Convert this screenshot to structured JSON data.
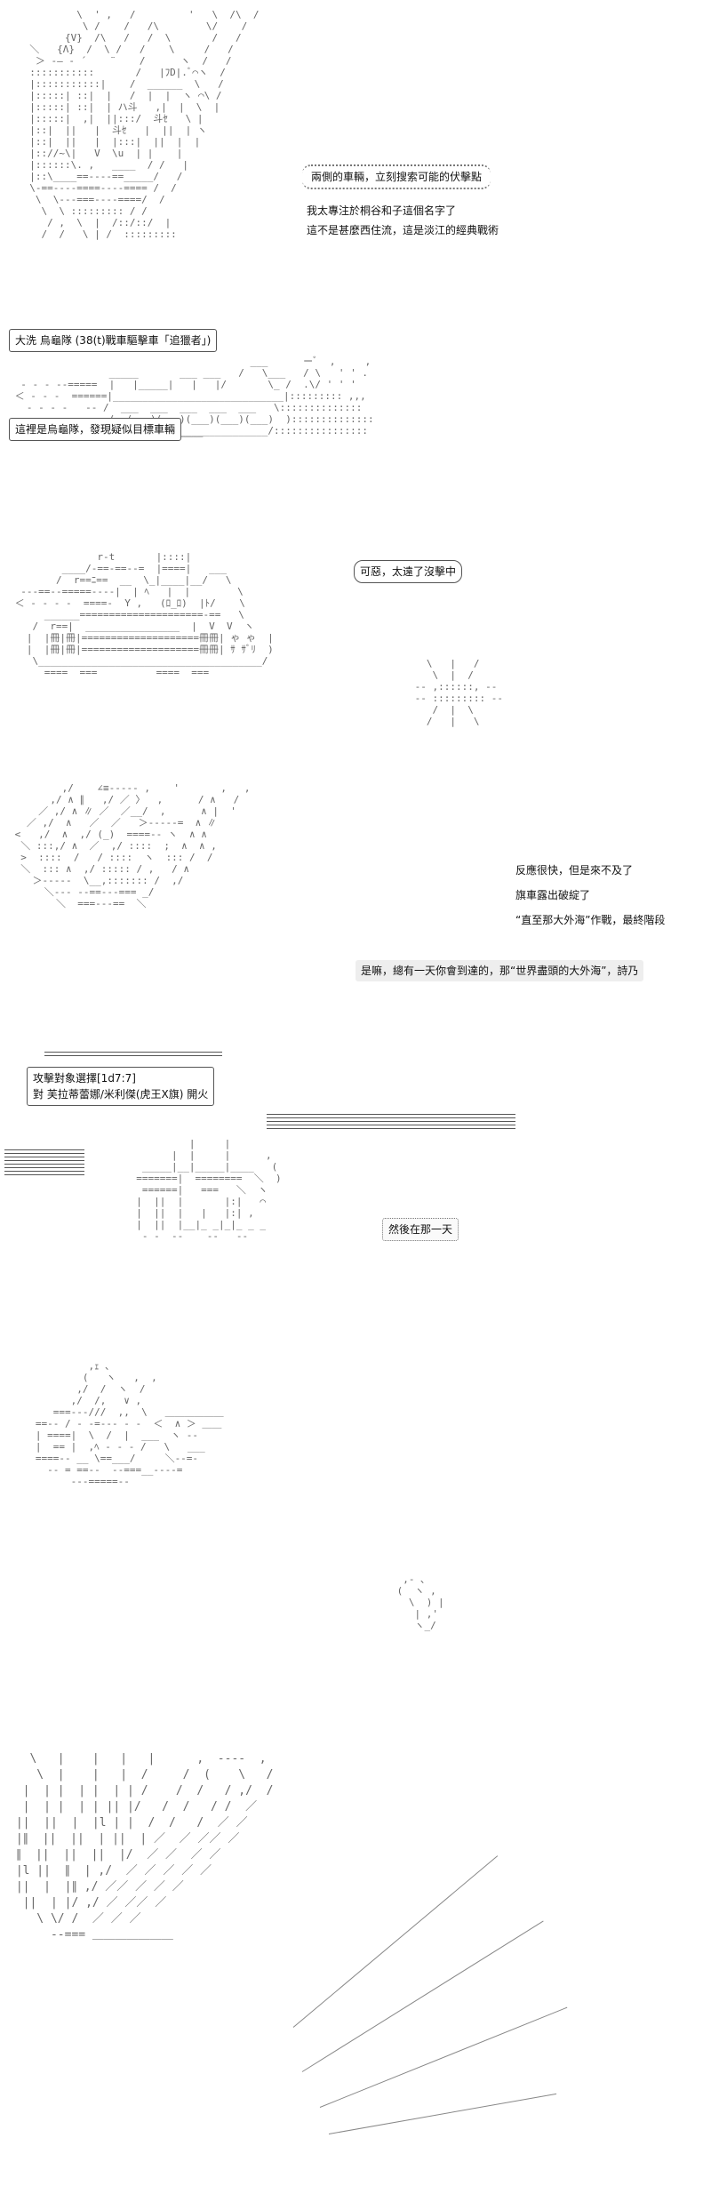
{
  "panel1": {
    "art": [
      "          \\  ' ,   /         '   \\  /\\  /",
      "           \\ /    /   /\\        \\/    /",
      "        {V}  /\\   /   /  \\       /   /",
      "  ＼   {Λ}  /  \\ /   /    \\     /   /",
      "   ＞ -― ‐ ´    ¨    /      ヽ  /   /",
      "  :::::::::::       /   |ﾌD|.ﾞ⌒ヽ  /",
      "  |:::::::::::|    /  ______  \\   /",
      "  |:::::| ::|  |   /  |  |  ヽ ⌒\\ /",
      "  |:::::| ::|  | ハ斗   ,|  |  \\  |",
      "  |:::::|  ,|  ||:::/  斗ｾ   \\ |",
      "  |::|  ||   |  斗ｾ   |  ||  | ヽ",
      "  |::|  ||   |  |:::|  ||  |  |",
      "  |:://~\\|   V  \\u  | |    |",
      "  |::::::\\. ,   ____  / /   |",
      "  |::\\____==----==_____/   /",
      "  \\-==----====----==== /  /",
      "   \\  \\---===----====/  /",
      "    \\  \\ ::::::::: / /",
      "     / ,  \\  |  /::/::/  |",
      "    /  /   \\ | /  :::::::::"
    ],
    "bubble": "兩側的車輛，立刻搜索可能的伏擊點",
    "lines": [
      "我太專注於桐谷和子這個名字了",
      "這不是甚麼西住流，這是淡江的經典戰術"
    ]
  },
  "panel2": {
    "label": "大洗 烏龜隊 (38(t)戰車驅擊車「追獵者」)",
    "speech": "這裡是烏龜隊，發現疑似目標車輛",
    "art": [
      "                                         ___      ーﾞ  ,     ,",
      "                 _____       ___ ___   /   \\___   / \\   ' ' .",
      "  - - ‐ ‐-=====  |   |_____|   |   |/       \\_ /  .\\/ ' ' '",
      " ＜ ‐ ‐ ‐  ======|_____________________________|::::::::: ,,,",
      "   ‐ ‐ ‐ ‐   ‐‐ /  ___  ___  ___  ___  ___   \\::::::::::::::",
      "                 (  (___)(___)(___)(___)(___)  )::::::::::::::",
      "                  \\_________________________/::::::::::::::::",
      "                       ￣￣￣￣￣￣"
    ]
  },
  "panel3": {
    "art": [
      "               r-t       |::::|",
      "         ____/-==-==--=  |====|   ___",
      "        /  r==ﾆ==  __  \\_|____|__/   \\",
      "  ‐‐-==-‐=====----|  | ﾍ   |  |        \\",
      " ＜ ‐ ‐ ‐ ‐  ====-  Y ,   (ﾛ_ﾛ)  |ﾄ/    \\",
      "      ______=====================-==   \\",
      "    /  r==|  ________________  |  V  V  ヽ",
      "   |  |冊|冊|====================冊冊| ゃ ゃ  |",
      "   |  |冊|冊|====================冊冊| ｻ ｻﾞﾘ  )",
      "    \\______________________________________/",
      "      ====  ===          ====  ==="
    ],
    "bubble": "可惡，太遠了沒擊中",
    "burst": [
      "   \\   |   /",
      "    \\  |  / ",
      " ‐‐ ,::::::, ‐‐",
      " ‐‐ ::::::::: ‐‐",
      "    /  |  \\ ",
      "   /   |   \\"
    ]
  },
  "panel4": {
    "art": [
      "         ,/    ∠≡-‐‐-- ,    '       ,   ,    ",
      "       ,/ ∧ ∥   ,/ ／ 〉  ,      / ∧   /     ",
      "     ／ ,/ ∧ ∥ ／  ／__/  ,      ∧ |  '     ",
      "   ／ ,/  ∧   ／  ／   ＞‐‐‐--=  ∧ ∥      ",
      " <   ,/  ∧  ,/ (_)  ====‐‐ ヽ  ∧ ∧      ",
      "  ＼ :::,/ ∧  ／  ,/ ::::  ;  ∧  ∧ ,      ",
      "  >  ::::  /   / ::::  ヽ  ::: /  /       ",
      "  ＼  ::: ∧  ,/ ::::: / ,   / ∧        ",
      "    ＞‐-‐‐‐  \\__,::::::: /  ,/          ",
      "      ＼‐-‐ ‐‐==‐‐-=== _/             ",
      "        ＼  ===‐‐‐==  ＼              "
    ],
    "lines": [
      "反應很快，但是來不及了",
      "旗車露出破綻了",
      "“直至那大外海”作戰，最終階段"
    ],
    "highlight": "是嘛，總有一天你會到達的，那“世界盡頭的大外海”，詩乃"
  },
  "panel5": {
    "label_line1": "攻擊對象選擇[1d7:7]",
    "label_line2": "對 芙拉蒂蕾娜/米利傑(虎王X旗) 開火",
    "art": [
      "           |     |",
      "        |  |     |      ,",
      "   _____|__|_____|____   (",
      "  =======|  ========  ＼  )",
      "   ======|   ===   ＼  ヽ",
      "  |  ||  |       |:|   ⌒",
      "  |  ||  |   |   |:| ,",
      "  |  ||  |__|_ _|_|_ _ _",
      "   ‐ ‐  ‐‐    ‐‐   ‐‐"
    ],
    "bubble": "然後在那一天"
  },
  "panel6": {
    "art": [
      "            ,ｪ ､",
      "           (   ヽ   ,  ,",
      "          ,/  /  ヽ  /",
      "         ,/  /,   ∨ ,",
      "      ===‐‐‐///  ,,  \\   ＿＿＿＿＿＿",
      "   ==‐‐ / ‐ -=-‐‐ ‐ -  ＜  ∧ ＞ ＿＿",
      "   | ====|  \\  /  |  ___  ヽ ‐‐  ",
      "   |  == |  ,ﾍ ‐ ‐ ‐ /   \\   ___",
      "   ====‐‐ __ \\==___/     ＼‐-=‐",
      "     ‐‐ = ==‐‐  ‐‐===__‐-‐‐=",
      "         ‐‐‐=====‐‐"
    ],
    "splash": [
      "  ,‐ ､",
      " (  ヽ ,",
      "   \\  ) |",
      "    | ,'",
      "    ヽ_/"
    ]
  },
  "panel7": {
    "art": [
      "   \\   |    |   |   |      ,  ‐‐‐‐  ,",
      "    \\  |    |   |  /     /  (    \\   /",
      "  |  | |  | |  | | /    /  /   / ,/  /",
      "  |  | |  | | || |/   /  /   / /  ／",
      " ||  ||  |  |l | |  /  /   /  ／ ／",
      " |∥  ||  ||  | ||  | ／  ／ ／／ ／",
      " ∥  ||  ||  ||  |/  ／ ／  ／ ／",
      " |l ||  ∥  | ,/  ／ ／ ／ ／ ／",
      " ||  |  |∥ ,/ ／／ ／ ／ ／",
      "  ||  | |/ ,/ ／ ／／ ／",
      "    \\ \\/ /  ／ ／ ／",
      "      ‐‐=== ＿＿＿＿＿＿＿"
    ]
  }
}
